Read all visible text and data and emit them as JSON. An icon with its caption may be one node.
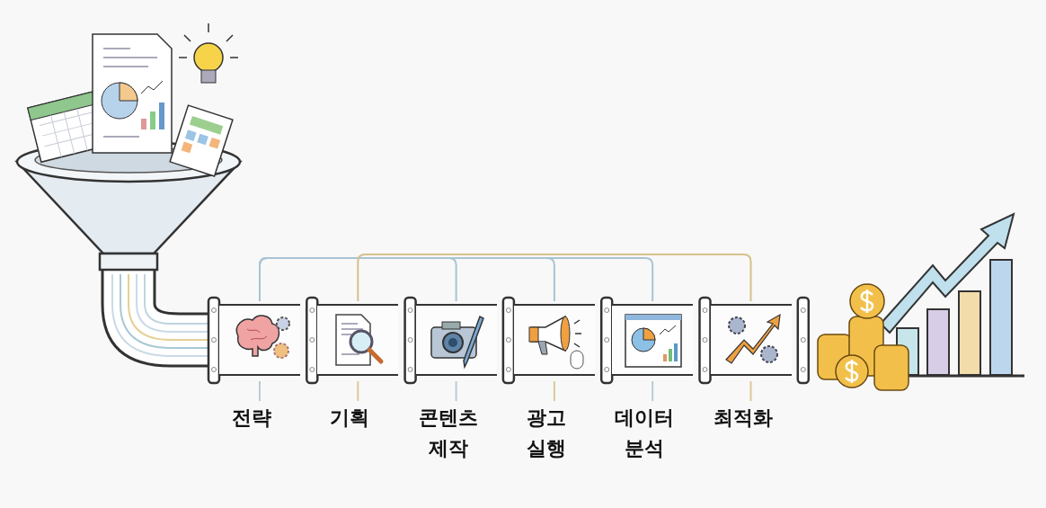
{
  "diagram": {
    "nodes": [
      {
        "text": [
          "전략"
        ]
      },
      {
        "text": [
          "기획"
        ]
      },
      {
        "text": [
          "콘텐츠 제작"
        ]
      },
      {
        "text": [
          "광고 실행"
        ]
      },
      {
        "text": [
          "데이터 분석"
        ]
      },
      {
        "text": [
          "최적화"
        ]
      }
    ],
    "edges": [
      {
        "from": 0,
        "to": 2,
        "arrow": "none"
      },
      {
        "from": 0,
        "to": 3,
        "arrow": "none"
      },
      {
        "from": 0,
        "to": 4,
        "arrow": "none"
      },
      {
        "from": 1,
        "to": 5,
        "arrow": "none",
        "color": "#d6c08a"
      }
    ]
  }
}
